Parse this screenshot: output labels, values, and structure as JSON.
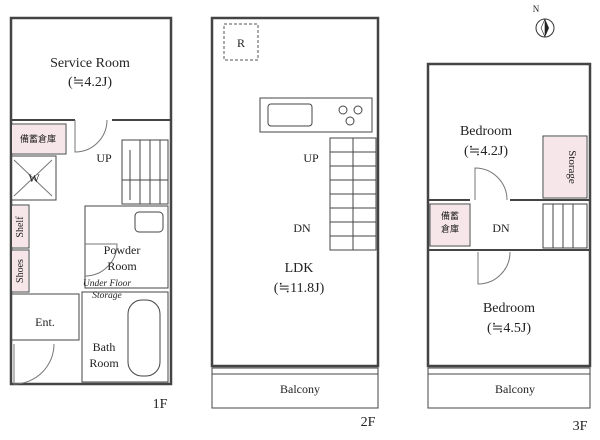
{
  "floors": {
    "first": {
      "label": "1F",
      "service_room": {
        "name": "Service Room",
        "size": "(≒4.2J)"
      },
      "storage_jp": "備蓄倉庫",
      "stairs_up": "UP",
      "washer_mark": "W",
      "shelf": "Shelf",
      "shoes": "Shoes",
      "powder_room": [
        "Powder",
        "Room"
      ],
      "under_floor_storage": [
        "Under Floor",
        "Storage"
      ],
      "entrance": "Ent.",
      "bath_room": [
        "Bath",
        "Room"
      ]
    },
    "second": {
      "label": "2F",
      "refrigerator_mark": "R",
      "stairs_up": "UP",
      "stairs_down": "DN",
      "ldk": {
        "name": "LDK",
        "size": "(≒11.8J)"
      },
      "balcony": "Balcony"
    },
    "third": {
      "label": "3F",
      "bedroom_upper": {
        "name": "Bedroom",
        "size": "(≒4.2J)"
      },
      "storage": "Storage",
      "storage_jp": [
        "備蓄",
        "倉庫"
      ],
      "stairs_down": "DN",
      "bedroom_lower": {
        "name": "Bedroom",
        "size": "(≒4.5J)"
      },
      "balcony": "Balcony"
    }
  },
  "compass": {
    "label": "N"
  },
  "colors": {
    "wall": "#555555",
    "storage_fill": "#f6e6ea",
    "line": "#444444"
  }
}
